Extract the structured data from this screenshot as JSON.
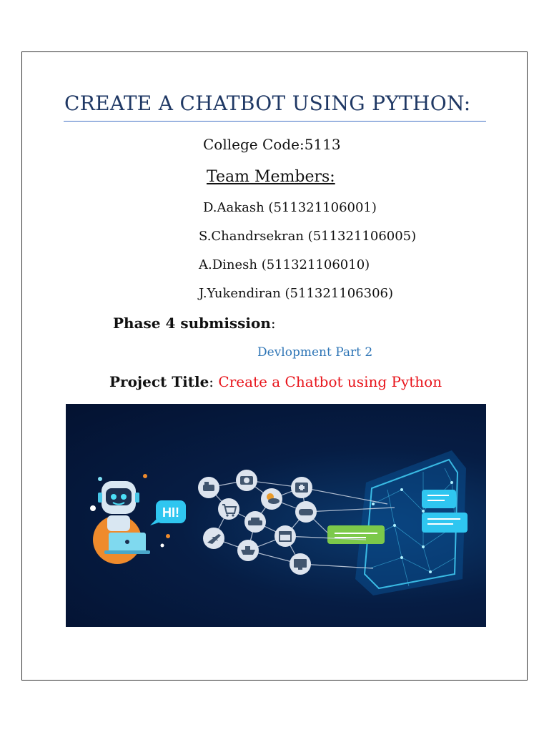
{
  "title": "CREATE A CHATBOT USING PYTHON:",
  "college_code": "College Code:5113",
  "team_heading": "Team Members:",
  "members": [
    "D.Aakash (511321106001)",
    "S.Chandrsekran (511321106005)",
    "A.Dinesh (511321106010)",
    "J.Yukendiran (511321106306)"
  ],
  "phase": {
    "label": "Phase 4 submission",
    "suffix": ":"
  },
  "dev_part": "Devlopment Part 2",
  "project": {
    "label": "Project Title",
    "sep": ": ",
    "value": "Create a Chatbot using Python"
  },
  "banner": {
    "bubble_text": "HI!"
  },
  "colors": {
    "title": "#1f3864",
    "rule": "#4472c4",
    "dev_part": "#2e75b6",
    "project_value": "#e8141b",
    "banner_bg": "#061d44"
  }
}
